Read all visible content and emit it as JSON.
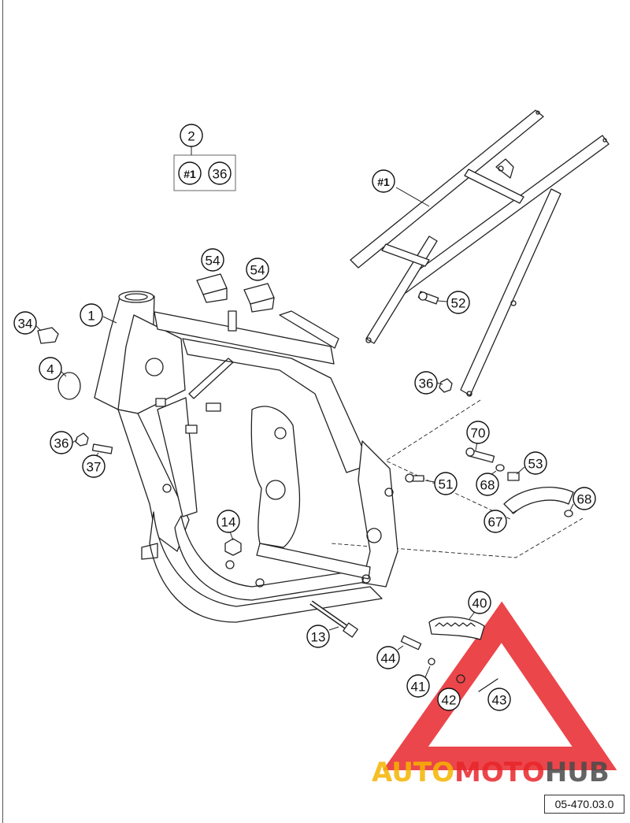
{
  "callouts": [
    {
      "id": "c2",
      "text": "2"
    },
    {
      "id": "c1a",
      "text": "#1"
    },
    {
      "id": "c36a",
      "text": "36"
    },
    {
      "id": "c1b",
      "text": "#1"
    },
    {
      "id": "c54a",
      "text": "54"
    },
    {
      "id": "c54b",
      "text": "54"
    },
    {
      "id": "c52",
      "text": "52"
    },
    {
      "id": "c34",
      "text": "34"
    },
    {
      "id": "c1",
      "text": "1"
    },
    {
      "id": "c4",
      "text": "4"
    },
    {
      "id": "c36b",
      "text": "36"
    },
    {
      "id": "c36c",
      "text": "36"
    },
    {
      "id": "c37",
      "text": "37"
    },
    {
      "id": "c70",
      "text": "70"
    },
    {
      "id": "c53",
      "text": "53"
    },
    {
      "id": "c51",
      "text": "51"
    },
    {
      "id": "c68a",
      "text": "68"
    },
    {
      "id": "c68b",
      "text": "68"
    },
    {
      "id": "c67",
      "text": "67"
    },
    {
      "id": "c14",
      "text": "14"
    },
    {
      "id": "c40",
      "text": "40"
    },
    {
      "id": "c13",
      "text": "13"
    },
    {
      "id": "c44",
      "text": "44"
    },
    {
      "id": "c41",
      "text": "41"
    },
    {
      "id": "c42",
      "text": "42"
    },
    {
      "id": "c43",
      "text": "43"
    }
  ],
  "watermark": {
    "part1": "AUTO",
    "part2": "MOTO",
    "part3": "HUB",
    "color_yellow": "#f5b400",
    "color_red": "#e8262b",
    "color_dark": "#4a4a4a"
  },
  "diagram_code": "05-470.03.0"
}
